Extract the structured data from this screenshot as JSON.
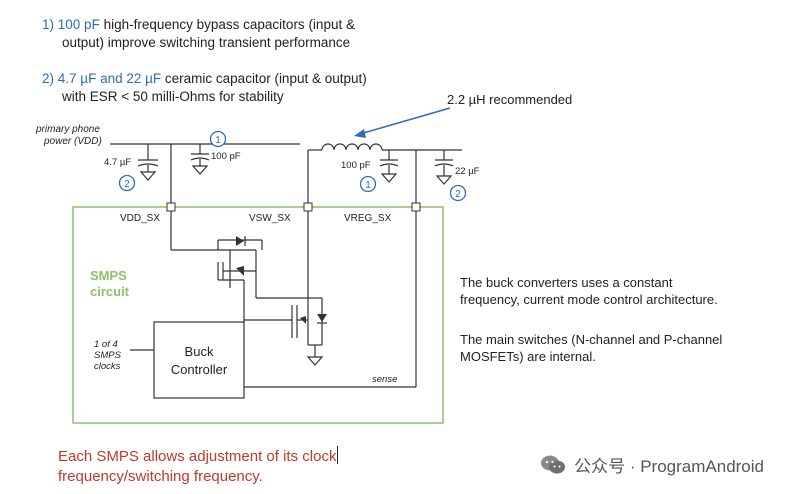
{
  "notes": {
    "note1_num": "1)",
    "note1_value": "100 pF",
    "note1_rest": "high-frequency bypass capacitors (input &",
    "note1_line2": "output) improve switching transient performance",
    "note2_num": "2)",
    "note2_value": "4.7 µF and 22 µF",
    "note2_rest": "ceramic capacitor (input & output)",
    "note2_line2": "with ESR < 50 milli-Ohms for stability"
  },
  "diagram": {
    "inductor_label": "2.2 µH recommended",
    "supply_label_1": "primary phone",
    "supply_label_2": "power (VDD)",
    "cap_in_label": "4.7 µF",
    "cap_in_badge": "2",
    "cap_in_hf_label": "100 pF",
    "cap_in_hf_badge": "1",
    "cap_out_hf_label": "100 pF",
    "cap_out_hf_badge": "1",
    "cap_out_label": "22 µF",
    "cap_out_badge": "2",
    "pin_vdd": "VDD_SX",
    "pin_vsw": "VSW_SX",
    "pin_vreg": "VREG_SX",
    "block_title_1": "SMPS",
    "block_title_2": "circuit",
    "clock_label_1": "1 of 4",
    "clock_label_2": "SMPS",
    "clock_label_3": "clocks",
    "controller_1": "Buck",
    "controller_2": "Controller",
    "sense_label": "sense",
    "colors": {
      "block": "#8dc26b",
      "accent": "#2e6bb5",
      "footer": "#c0392b"
    }
  },
  "description": {
    "para1_line1": "The buck converters uses a constant",
    "para1_line2": "frequency, current mode control architecture.",
    "para2_line1": "The main switches (N-channel and P-channel",
    "para2_line2": "MOSFETs) are internal."
  },
  "footer": {
    "line1": "Each SMPS allows adjustment of its clock",
    "line2": "frequency/switching frequency."
  },
  "watermark": {
    "text": "公众号 · ProgramAndroid"
  }
}
